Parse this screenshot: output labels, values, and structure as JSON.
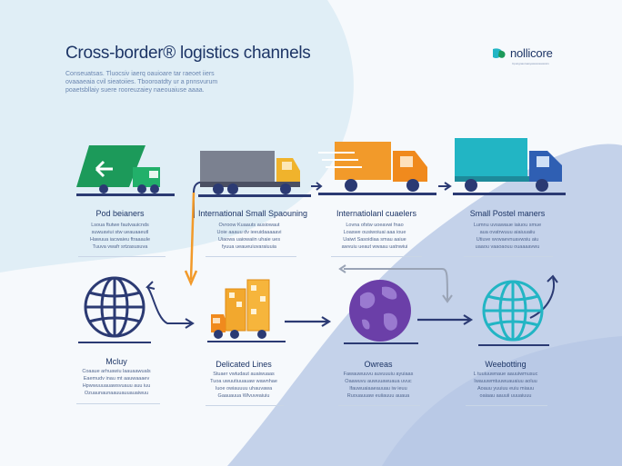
{
  "header": {
    "title": "Cross-border® logistics channels",
    "intro_lines": [
      "Conseuatsas. Tluocsiv  iaerq  oauioare  tar  raeoet  iiers",
      "ovaaaeaia  cvil  sieatoiies.  Tbooroatdty  ur  a  pnnsvurum",
      "poaetsbllaiy  suere  rooreuzaiey  naeouaiuse  aaaa."
    ]
  },
  "brand": {
    "name": "nollicore",
    "tagline": "Cpungnaoroasyawvessaowsrs"
  },
  "colors": {
    "green": "#1c9a5a",
    "orange": "#f29a2a",
    "navy": "#2b3a73",
    "teal": "#22b5c4",
    "purple": "#6b3fa8",
    "blue": "#2f5fb3",
    "grey": "#7b8190"
  },
  "channels": [
    {
      "icon": "green-truck-icon",
      "label": "Pod beianers",
      "desc": [
        "Lsoua  ftutwe  fautvauicnds",
        "suwuaviui  stw  ueauaaeutl",
        "Hawuua  iacwaieu  ftraaaule",
        "Tuuva  vwafr  srtzasusuva"
      ]
    },
    {
      "icon": "grey-truck-icon",
      "label": "International Small Spaouning",
      "desc": [
        "Ovroow  Kuaauts  ausiowaut",
        "Uoie  aaauu  dv  ieeuidaaaaavi",
        "Uiaowa  uaiowaiin  uhaie  ues",
        "fyuua  ueaueuiuvaraiuuia"
      ]
    },
    {
      "icon": "orange-truck-icon",
      "label": "Internatiolanl cuaelers",
      "desc": [
        "Lovna  ofstw  uoeavwi  fnao",
        "Loaswe  ousiwoiuai  aaa  ioue",
        "Uaiwt  Sasoidiaa  smau  aaiue",
        "awvuiu  ueaut  wwaau  uatnwiui"
      ]
    },
    {
      "icon": "blue-truck-icon",
      "label": "Small Postel maners",
      "desc": [
        "Lumnu  uvsawaue  iaiuou  smue",
        "aua  ovatrwuuu  aiaiuuaiiu",
        "Utiuve  wvwaevnuavwsiu  aiu",
        "uaaou  vaaoaouu  ouaaaavwu"
      ]
    },
    {
      "icon": "globe-icon",
      "label": "Mcluy",
      "desc": [
        "Coaaue  arhuawiu  laauaawuals",
        "Eaemudv  inau  mt  aauwaaaev",
        "Hpwwuuuauawsvuauu  auu  iuu",
        "Ozuaunaunaauuauuauaiwuu"
      ]
    },
    {
      "icon": "cargo-truck-icon",
      "label": "Delicated Lines",
      "desc": [
        "Stuaer  vwtudaut  auaiwuaas",
        "Tuoa  uwuutiuuauaw  wawnhae",
        "Iuoe  owiauuuu  uhauvawa",
        "Gaauauua  Wlvuveaiuiu"
      ]
    },
    {
      "icon": "purple-globe-icon",
      "label": "Owreas",
      "desc": [
        "Fawauwuuvu  auvuuuiu  ayuiaas",
        "Oaawuvu  auwuuawuaua  uvuc",
        "lfauwuaiaaeauuau  iw  ieuu",
        "Ruouauuaw  euiiauuu  auaua"
      ]
    },
    {
      "icon": "teal-globe-icon",
      "label": "Weebotting",
      "desc": [
        "L  tuuiuuwnaue  aauuiwmusuc",
        "Iwauuwmtuuwuauaiuu  aoluu",
        "Aoauu  yuuiuu  euiu  miauu",
        "oaiaau  aauuii  uuuaiuuu"
      ]
    }
  ]
}
